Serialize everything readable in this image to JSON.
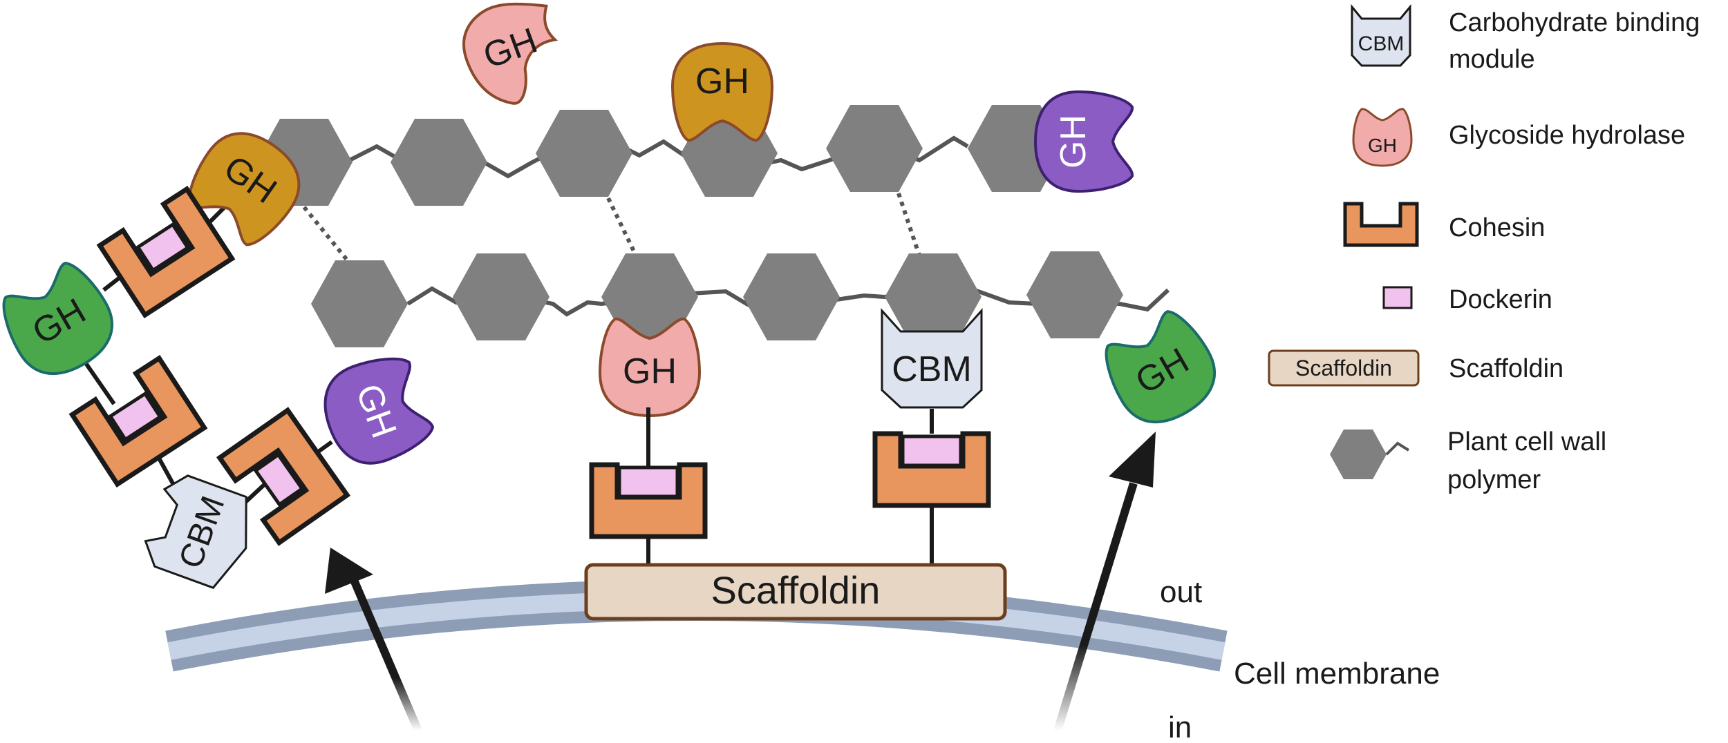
{
  "labels": {
    "enzyme": "GH",
    "cbm": "CBM",
    "scaffoldin": "Scaffoldin",
    "out": "out",
    "in": "in",
    "membrane": "Cell membrane"
  },
  "legend": {
    "cbm_icon": "CBM",
    "cbm_line1": "Carbohydrate binding",
    "cbm_line2": "module",
    "gh_icon": "GH",
    "gh": "Glycoside hydrolase",
    "cohesin": "Cohesin",
    "dockerin": "Dockerin",
    "scaffoldin_icon": "Scaffoldin",
    "scaffoldin": "Scaffoldin",
    "polymer_line1": "Plant cell wall",
    "polymer_line2": "polymer"
  },
  "colors": {
    "gh_pink": "#f2abab",
    "gh_gold": "#cd9520",
    "gh_purple": "#8a5cc4",
    "gh_green": "#4aa84a",
    "cohesin": "#e8955e",
    "dockerin": "#f2c2ee",
    "cbm": "#dde3ef",
    "scaffoldin": "#e8d6c4",
    "hexagon": "#808080",
    "membrane": "#8d9db5"
  }
}
